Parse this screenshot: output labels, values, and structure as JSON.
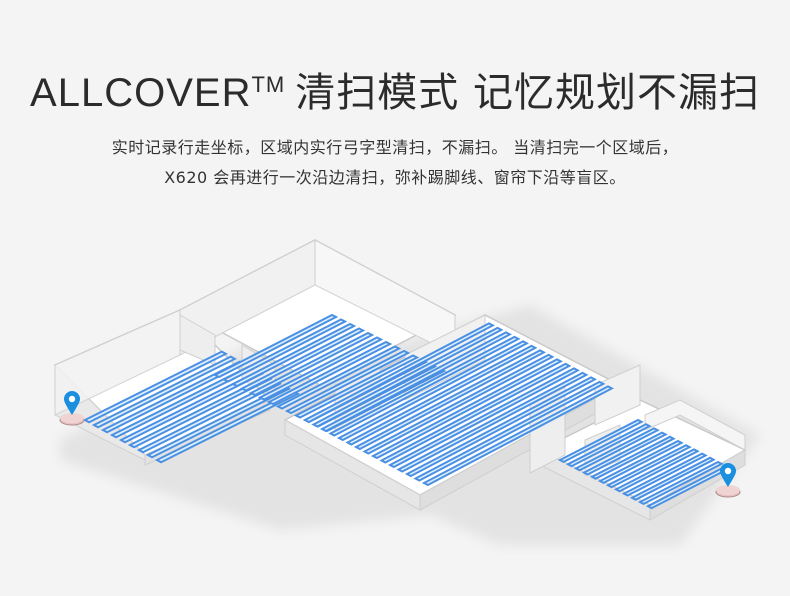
{
  "heading": {
    "brand": "ALLCOVER",
    "tm": "TM",
    "title": "清扫模式 记忆规划不漏扫"
  },
  "description": {
    "line1": "实时记录行走坐标，区域内实行弓字型清扫，不漏扫。 当清扫完一个区域后，",
    "line2": "X620 会再进行一次沿边清扫，弥补踢脚线、窗帘下沿等盲区。"
  },
  "illustration": {
    "route_color": "#4a90e2",
    "pin_color": "#1a8fe0",
    "robot_color": "#e6c2c2"
  }
}
